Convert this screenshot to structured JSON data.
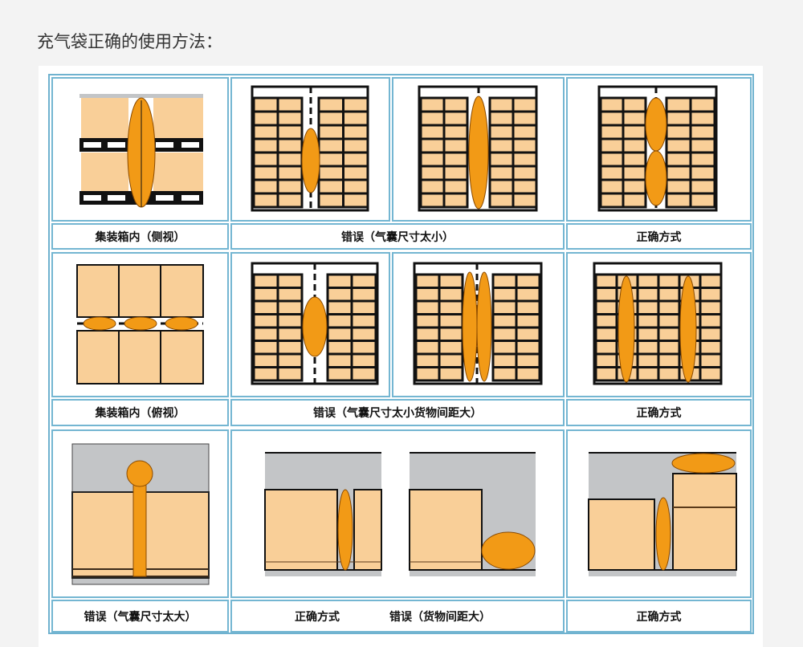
{
  "title": "充气袋正确的使用方法：",
  "labels": {
    "r1c1": "集装箱内（侧视）",
    "r1c23": "错误（气囊尺寸太小）",
    "r1c4": "正确方式",
    "r2c1": "集装箱内（俯视）",
    "r2c23": "错误（气囊尺寸太小货物间距大）",
    "r2c4": "正确方式",
    "r3c1": "错误（气囊尺寸太大）",
    "r3c2": "正确方式",
    "r3c3": "错误（货物间距大）",
    "r3c4": "正确方式"
  },
  "colors": {
    "box": "#f9cf98",
    "airbag": "#f29a16",
    "gray": "#c3c5c7",
    "border": "#74b6d2"
  }
}
